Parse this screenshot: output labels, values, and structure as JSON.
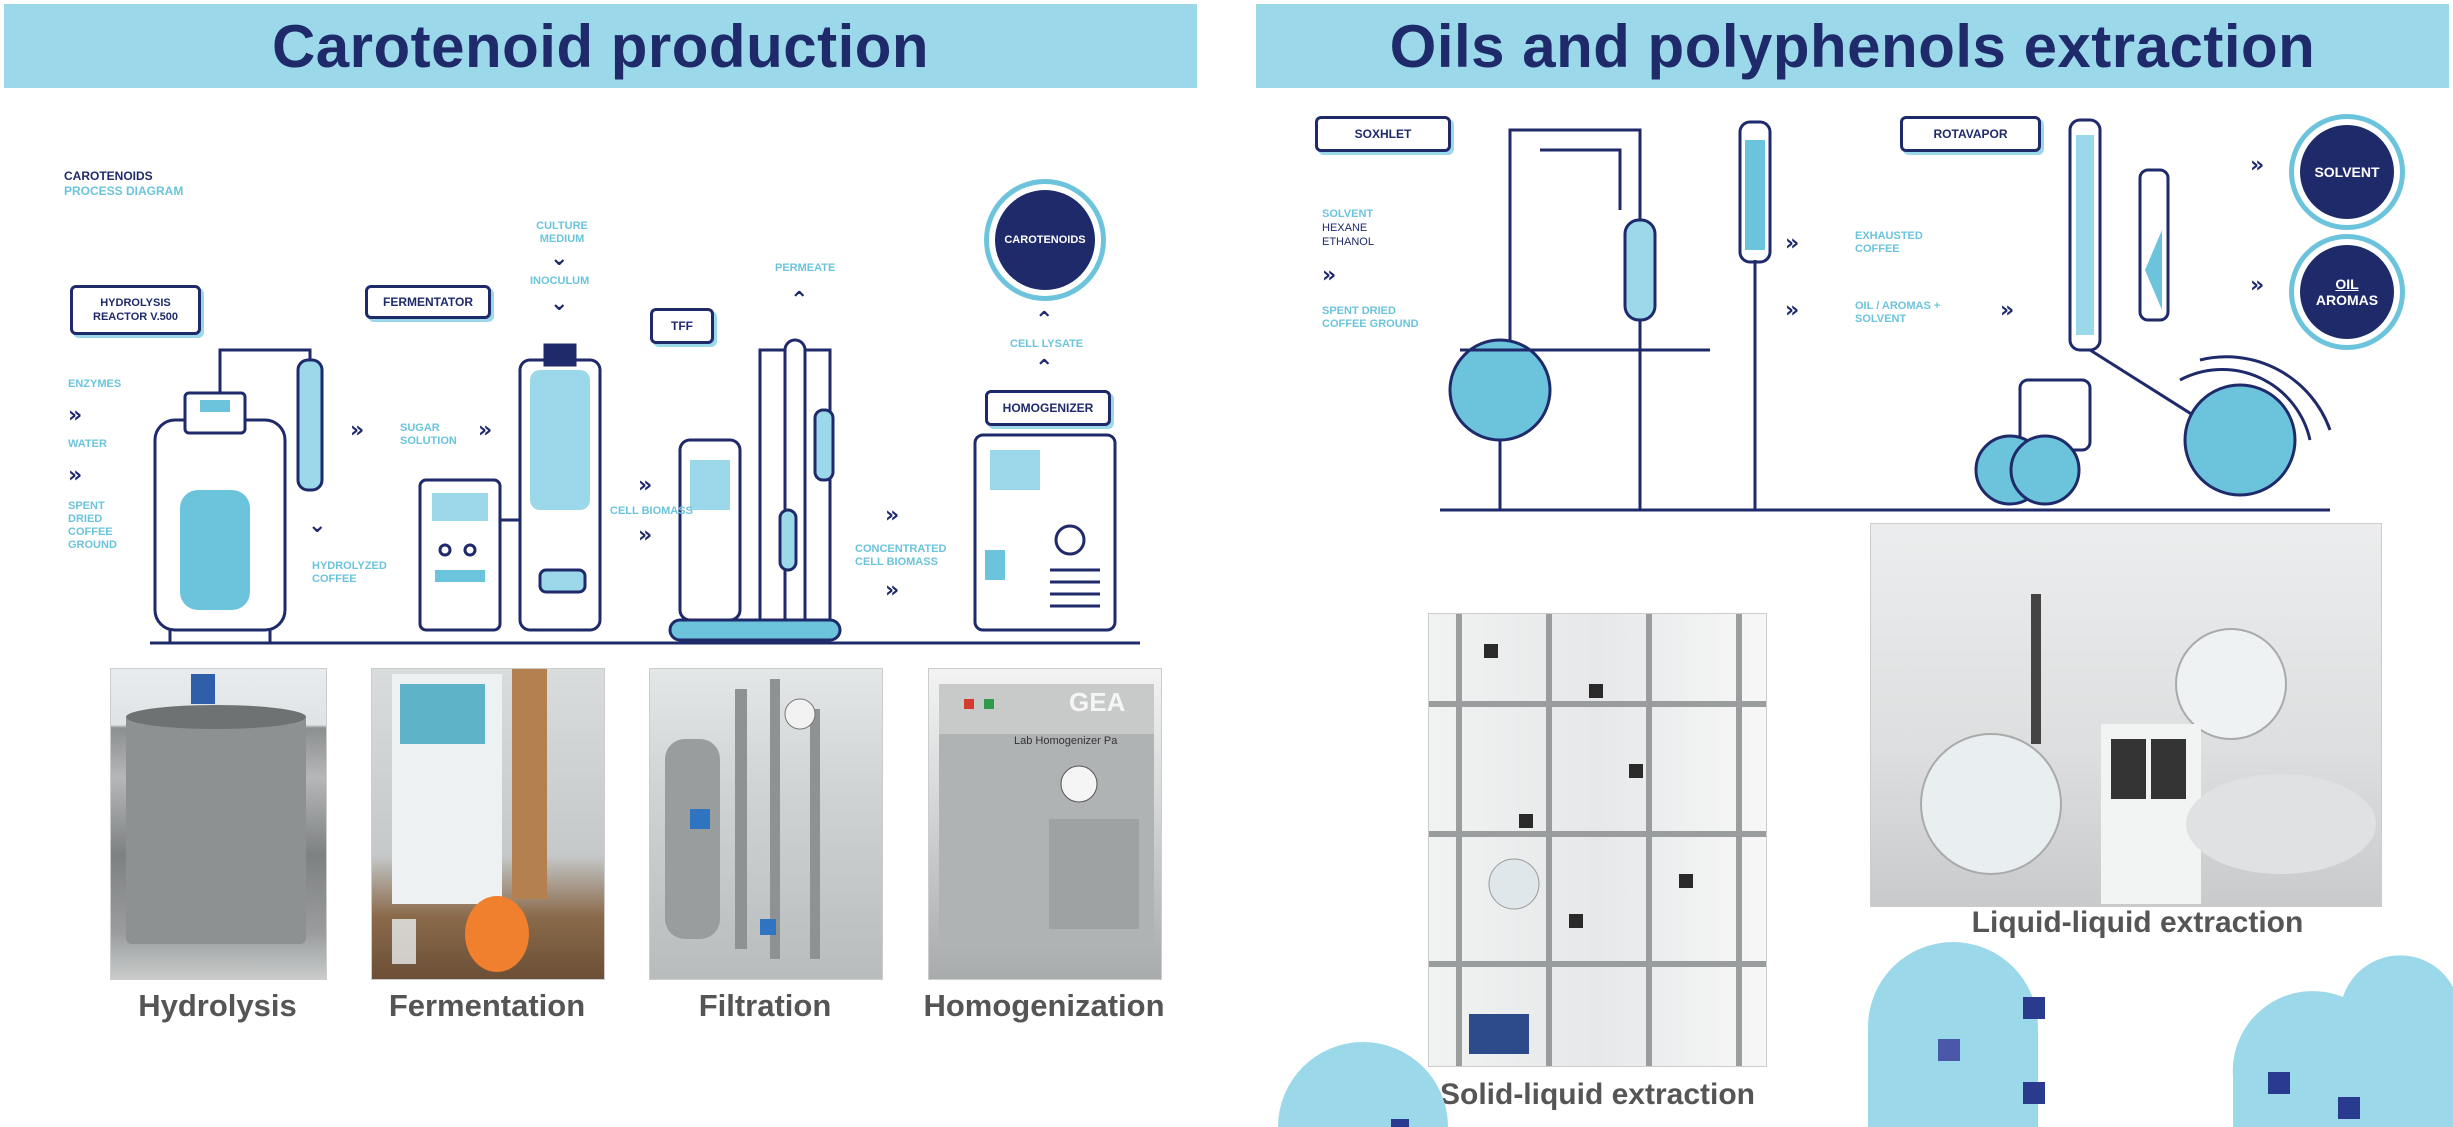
{
  "colors": {
    "navy": "#1f2a6b",
    "light_blue": "#9bd8ea",
    "accent_blue": "#6cc4dc",
    "caption_gray": "#555555"
  },
  "left_panel": {
    "title": "Carotenoid production",
    "diagram": {
      "heading_line1": "CAROTENOIDS",
      "heading_line2": "PROCESS DIAGRAM",
      "box_hydrolysis": "HYDROLYSIS REACTOR V.500",
      "box_fermentator": "FERMENTATOR",
      "box_tff": "TFF",
      "box_homogenizer": "HOMOGENIZER",
      "circle_carotenoids": "CAROTENOIDS",
      "label_enzymes": "ENZYMES",
      "label_water": "WATER",
      "label_spent": "SPENT DRIED COFFEE GROUND",
      "label_hydrolyzed": "HYDROLYZED COFFEE",
      "label_sugar": "SUGAR SOLUTION",
      "label_culture": "CULTURE MEDIUM",
      "label_inoculum": "INOCULUM",
      "label_cell_biomass": "CELL BIOMASS",
      "label_permeate": "PERMEATE",
      "label_concentrated": "CONCENTRATED CELL BIOMASS",
      "label_cell_lysate": "CELL LYSATE"
    },
    "photos": [
      {
        "caption": "Hydrolysis",
        "icon": "steel-tank-photo"
      },
      {
        "caption": "Fermentation",
        "icon": "bioreactor-photo"
      },
      {
        "caption": "Filtration",
        "icon": "filtration-unit-photo"
      },
      {
        "caption": "Homogenization",
        "icon": "homogenizer-photo"
      }
    ],
    "photo_text": {
      "homogenizer_brand": "GEA",
      "homogenizer_model": "Lab Homogenizer Pa"
    }
  },
  "right_panel": {
    "title": "Oils and polyphenols extraction",
    "diagram": {
      "box_soxhlet": "SOXHLET",
      "box_rotavapor": "ROTAVAPOR",
      "circle_solvent": "SOLVENT",
      "circle_oil_line1": "OIL",
      "circle_oil_line2": "AROMAS",
      "label_solvent": "SOLVENT",
      "label_hexane": "HEXANE",
      "label_ethanol": "ETHANOL",
      "label_spent": "SPENT DRIED COFFEE GROUND",
      "label_exhausted": "EXHAUSTED COFFEE",
      "label_oil_aromas": "OIL / AROMAS + SOLVENT"
    },
    "photos": [
      {
        "caption": "Solid-liquid extraction",
        "icon": "glass-column-rig-photo"
      },
      {
        "caption": "Liquid-liquid extraction",
        "icon": "rotary-evaporator-photo"
      }
    ]
  }
}
